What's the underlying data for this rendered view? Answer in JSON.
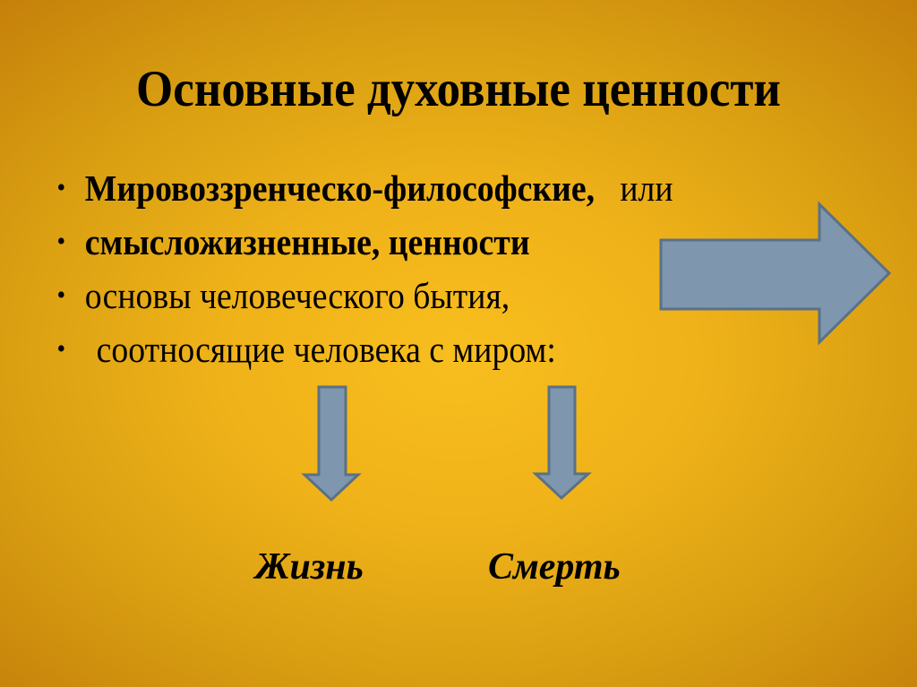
{
  "slide": {
    "title": "Основные духовные ценности",
    "bullets": [
      {
        "text": "Мировоззренческо-философские,",
        "tail": "   или",
        "bold": true
      },
      {
        "text": "смысложизненные, ценности",
        "tail": "",
        "bold": true
      },
      {
        "text": "основы человеческого бытия,",
        "tail": "",
        "bold": false
      },
      {
        "text": "соотносящие человека с миром:",
        "tail": "",
        "bold": false
      }
    ],
    "bullet_glyph": "•",
    "labels": {
      "life": "Жизнь",
      "death": "Смерть"
    }
  },
  "shapes": {
    "right_arrow": {
      "icon": "arrow-right-icon",
      "fill": "#7f97ae",
      "stroke": "#5a7186"
    },
    "down_arrow_left": {
      "icon": "arrow-down-icon",
      "fill": "#7f97ae",
      "stroke": "#5a7186"
    },
    "down_arrow_right": {
      "icon": "arrow-down-icon",
      "fill": "#7f97ae",
      "stroke": "#5a7186"
    }
  },
  "colors": {
    "background_center": "#f8be1e",
    "background_edge": "#c5800a",
    "text": "#000000"
  }
}
